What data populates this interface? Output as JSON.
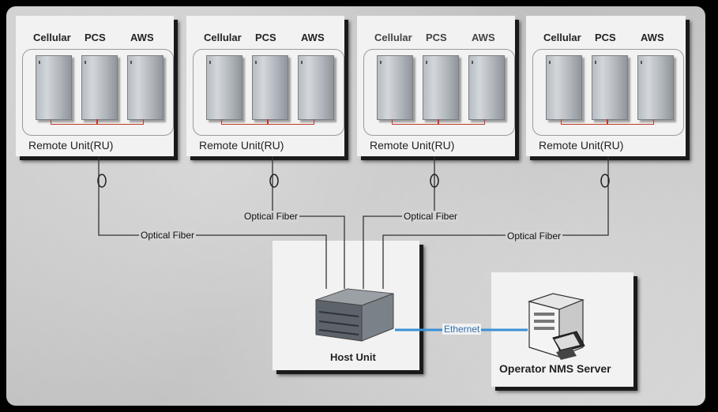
{
  "remote_units": [
    {
      "bands": [
        "Cellular",
        "PCS",
        "AWS"
      ],
      "label": "Remote Unit(RU)"
    },
    {
      "bands": [
        "Cellular",
        "PCS",
        "AWS"
      ],
      "label": "Remote Unit(RU)"
    },
    {
      "bands": [
        "Cellular",
        "PCS",
        "AWS"
      ],
      "label": "Remote Unit(RU)"
    },
    {
      "bands": [
        "Cellular",
        "PCS",
        "AWS"
      ],
      "label": "Remote Unit(RU)"
    }
  ],
  "fiber_labels": [
    "Optical Fiber",
    "Optical Fiber",
    "Optical Fiber",
    "Optical Fiber"
  ],
  "host_unit": {
    "label": "Host Unit"
  },
  "ethernet": {
    "label": "Ethernet",
    "color": "#3b8fd6"
  },
  "nms_server": {
    "label": "Operator NMS Server"
  }
}
